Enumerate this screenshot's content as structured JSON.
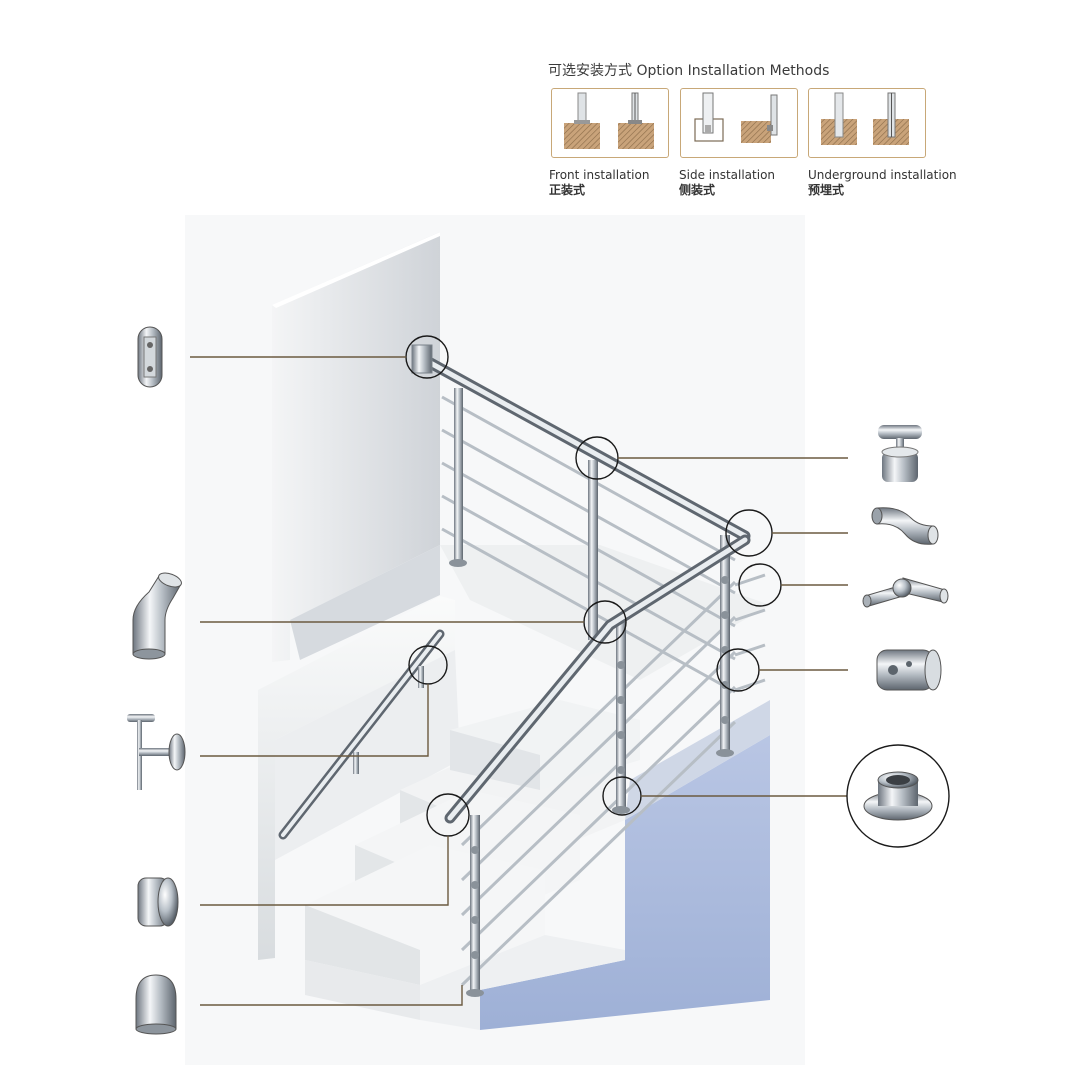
{
  "header": {
    "title_cn": "可选安装方式",
    "title_en": "Option Installation Methods"
  },
  "install_methods": [
    {
      "en": "Front installation",
      "cn": "正装式"
    },
    {
      "en": "Side installation",
      "cn": "侧装式"
    },
    {
      "en": "Underground installation",
      "cn": "预埋式"
    }
  ],
  "parts": [
    {
      "name": "wall-flange-bracket-icon"
    },
    {
      "name": "handrail-saddle-support-icon"
    },
    {
      "name": "90-degree-elbow-icon"
    },
    {
      "name": "adjustable-elbow-joint-icon"
    },
    {
      "name": "rod-cross-connector-icon"
    },
    {
      "name": "base-flange-cover-icon"
    },
    {
      "name": "45-degree-elbow-icon"
    },
    {
      "name": "wall-handrail-bracket-icon"
    },
    {
      "name": "flat-end-cap-icon"
    },
    {
      "name": "dome-end-cap-icon"
    }
  ],
  "colors": {
    "callout_line": "#6b5a40",
    "install_border": "#c8a878",
    "steel_light": "#e8ecef",
    "steel_dark": "#7c8590",
    "stair_side": "#aab8d8",
    "wall": "#eef0f2"
  }
}
